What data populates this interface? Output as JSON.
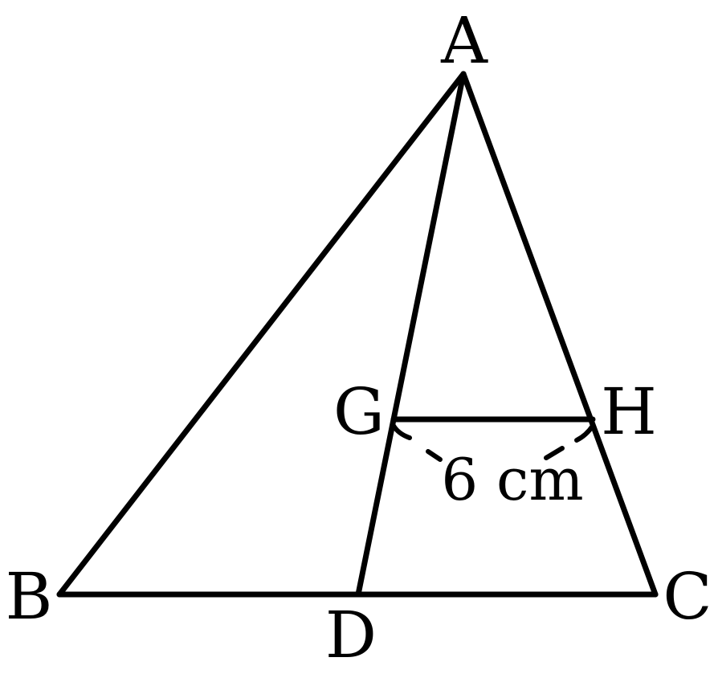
{
  "diagram": {
    "labels": {
      "A": "A",
      "B": "B",
      "C": "C",
      "D": "D",
      "G": "G",
      "H": "H"
    },
    "gh_length": "6 cm"
  }
}
